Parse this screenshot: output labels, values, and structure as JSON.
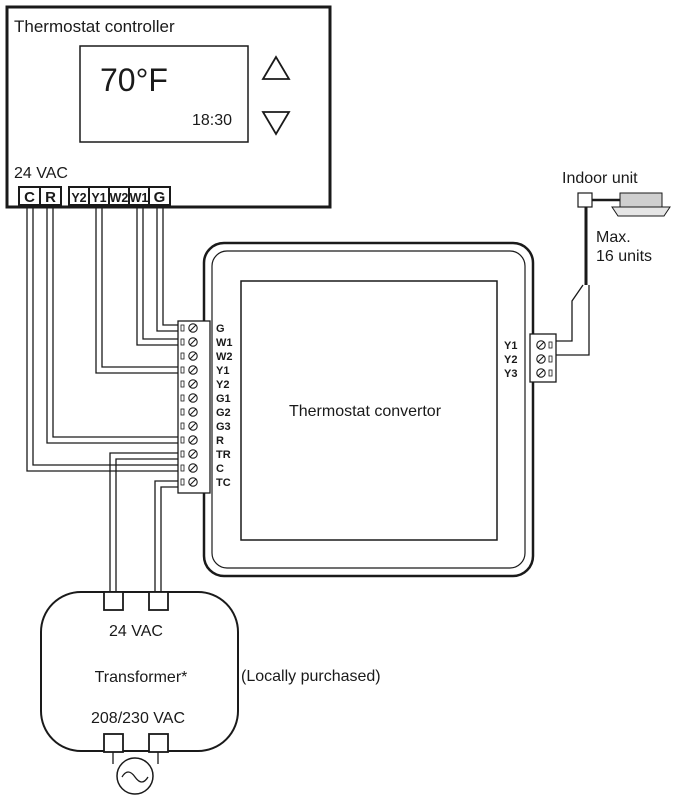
{
  "thermostat": {
    "title": "Thermostat controller",
    "temperature": "70°F",
    "time": "18:30",
    "supply": "24 VAC",
    "terminals": [
      "C",
      "R",
      "Y2",
      "Y1",
      "W2",
      "W1",
      "G"
    ]
  },
  "convertor": {
    "label": "Thermostat convertor",
    "left_terminals": [
      "G",
      "W1",
      "W2",
      "Y1",
      "Y2",
      "G1",
      "G2",
      "G3",
      "R",
      "TR",
      "C",
      "TC"
    ],
    "right_terminals": [
      "Y1",
      "Y2",
      "Y3"
    ]
  },
  "indoor": {
    "label": "Indoor unit",
    "max_line1": "Max.",
    "max_line2": "16 units"
  },
  "transformer": {
    "top_label": "24 VAC",
    "label": "Transformer*",
    "note": "(Locally purchased)",
    "bottom_label": "208/230 VAC"
  }
}
